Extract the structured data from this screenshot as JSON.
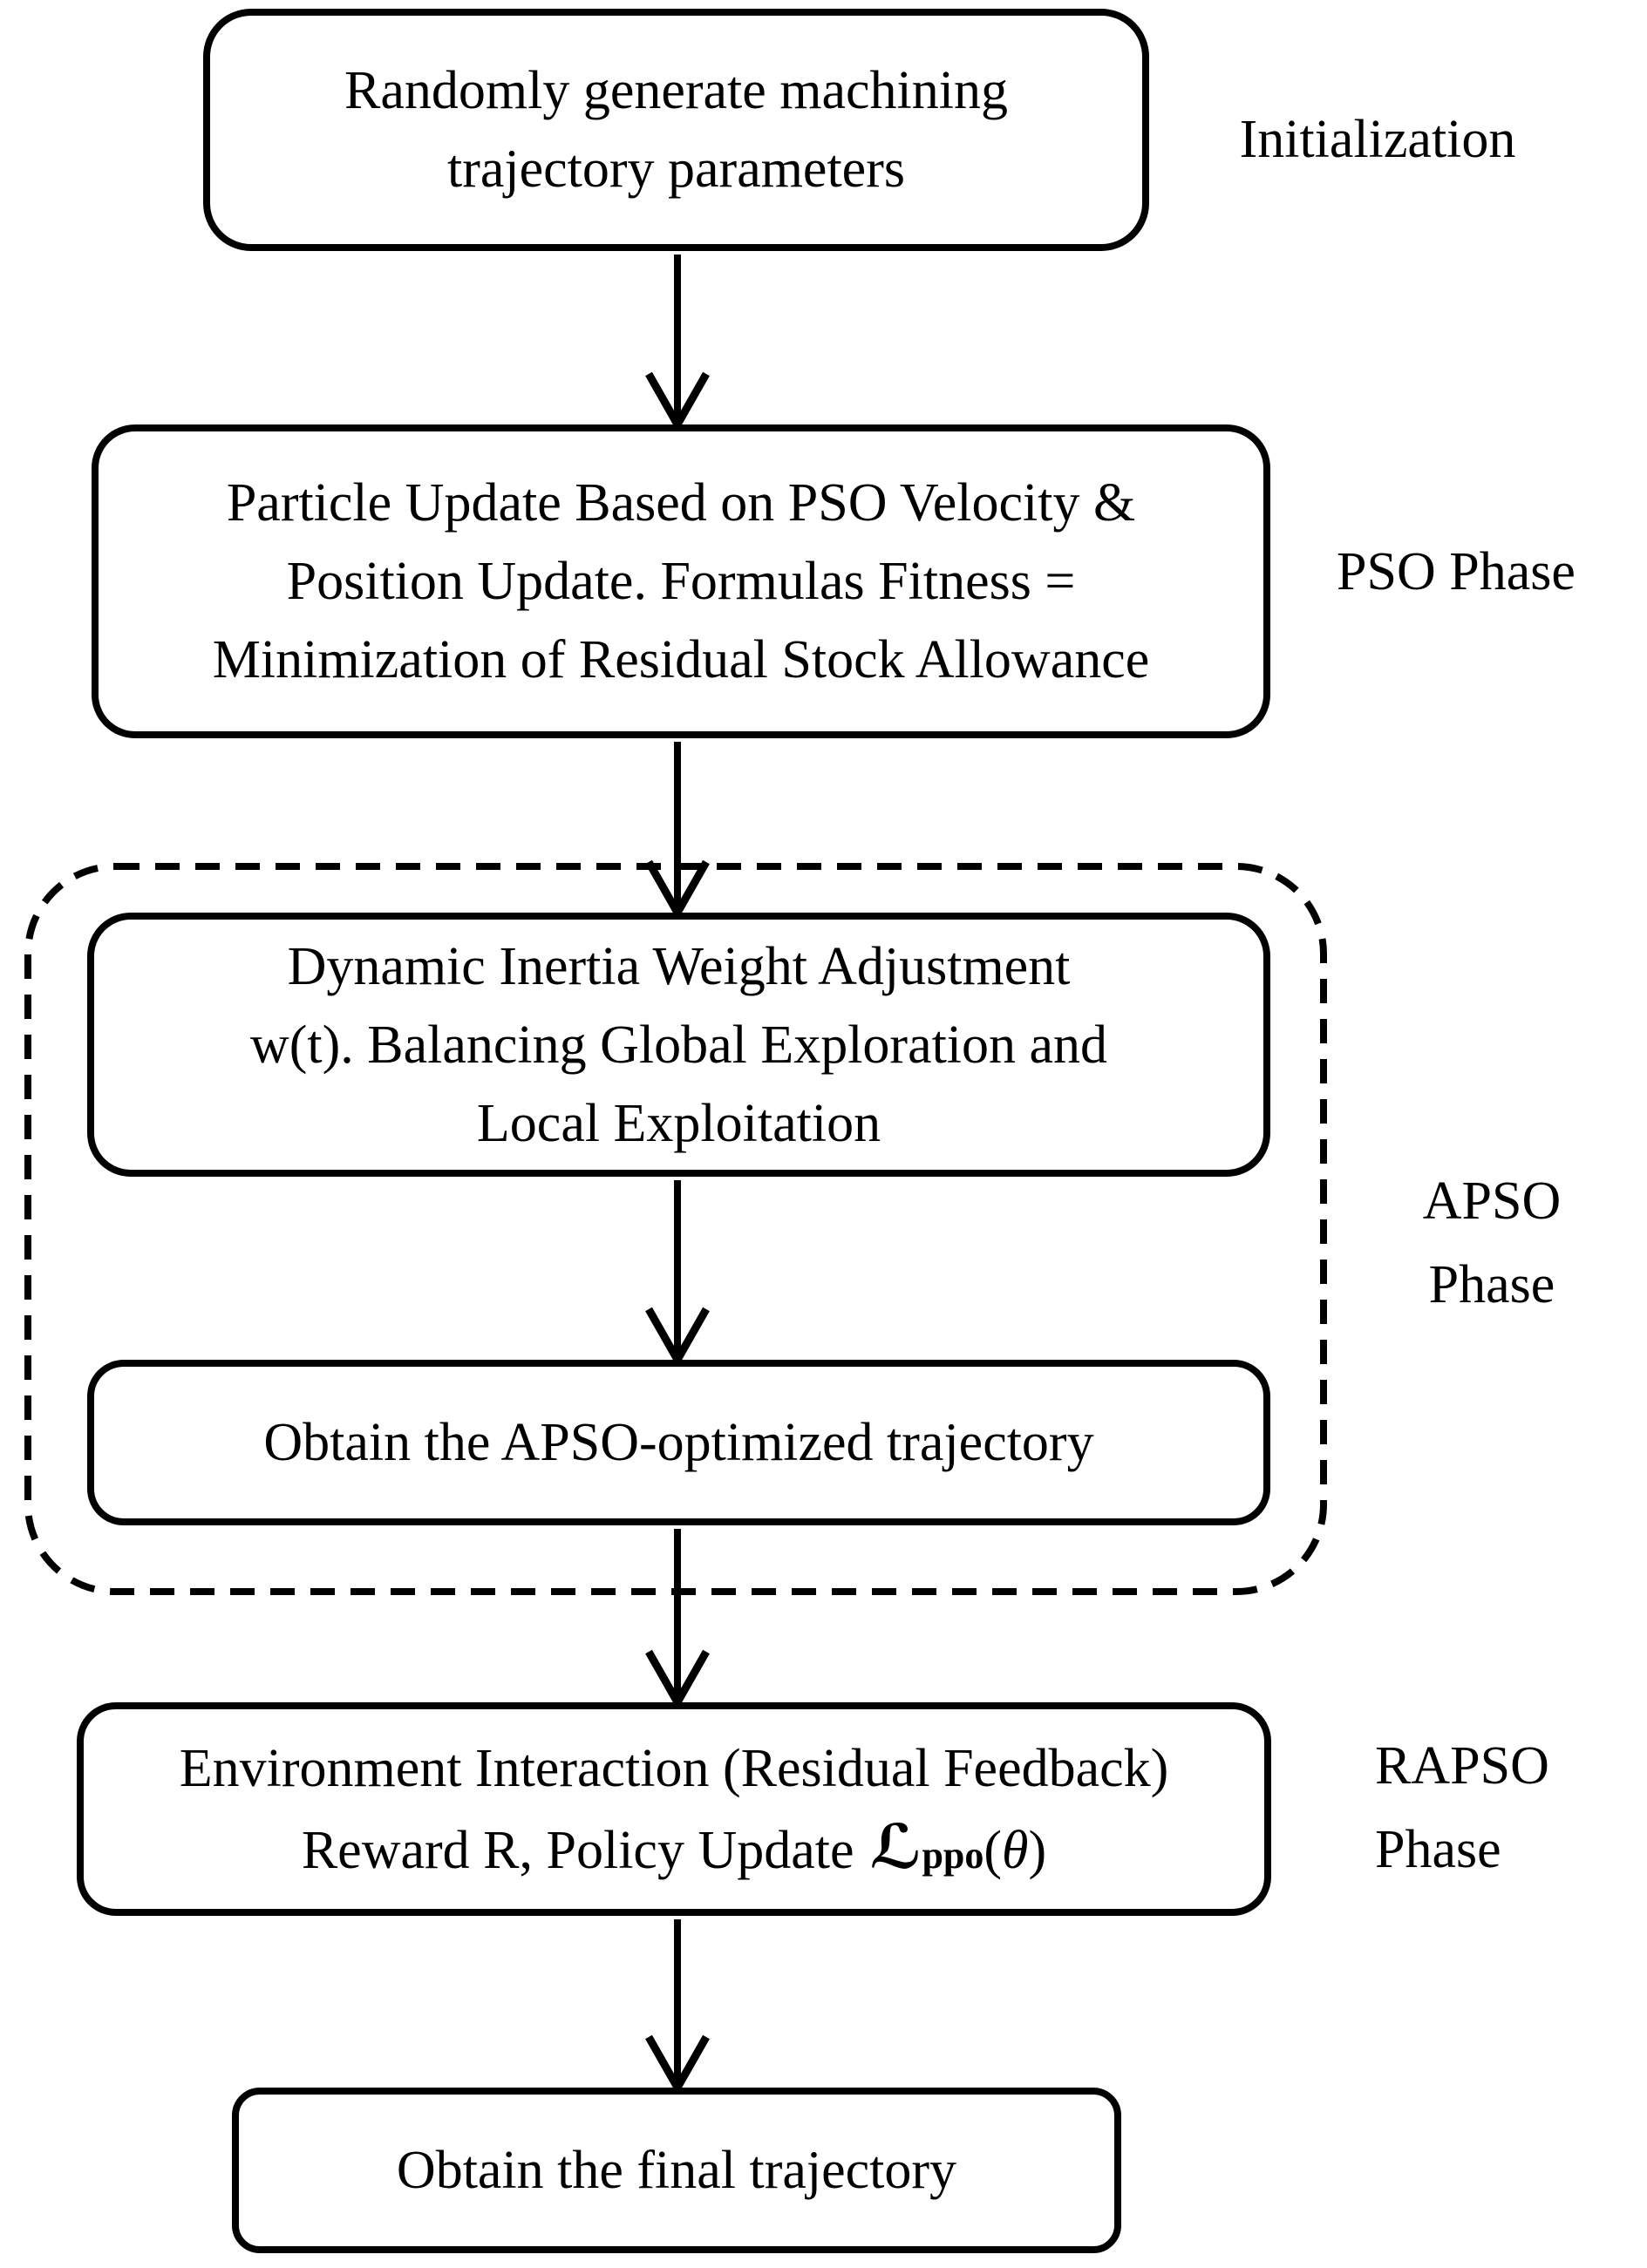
{
  "colors": {
    "ink": "#000000",
    "background": "#ffffff"
  },
  "nodes": {
    "generate": {
      "lines": [
        "Randomly generate machining",
        "trajectory parameters"
      ]
    },
    "pso_update": {
      "lines": [
        "Particle Update Based on PSO Velocity &",
        "Position Update. Formulas Fitness =",
        "Minimization of Residual Stock Allowance"
      ]
    },
    "inertia": {
      "lines": [
        "Dynamic Inertia Weight Adjustment",
        "w(t). Balancing Global Exploration and",
        "Local Exploitation"
      ]
    },
    "apso_result": {
      "lines": [
        "Obtain the APSO-optimized trajectory"
      ]
    },
    "environment": {
      "line1": "Environment Interaction (Residual Feedback)",
      "line2_prefix": "Reward R, Policy Update",
      "loss_symbol": "ℒ",
      "loss_subscript": "ppo",
      "theta_open": "(",
      "theta": "θ",
      "theta_close": ")"
    },
    "final": {
      "lines": [
        "Obtain the final trajectory"
      ]
    }
  },
  "phase_labels": {
    "initialization": "Initialization",
    "pso": "PSO Phase",
    "apso_line1": "APSO",
    "apso_line2": "Phase",
    "rapso_line1": "RAPSO",
    "rapso_line2": "Phase"
  }
}
